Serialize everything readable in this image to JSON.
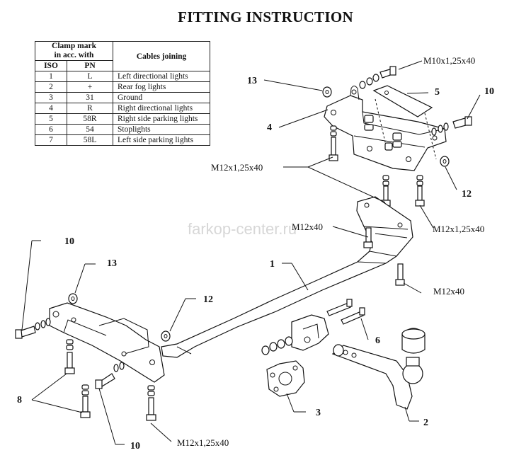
{
  "title": "FITTING INSTRUCTION",
  "watermark": "farkop-center.ru",
  "legend": {
    "header_clamp": "Clamp mark",
    "header_clamp2": "in acc. with",
    "header_cables": "Cables joining",
    "col_iso": "ISO",
    "col_pn": "PN",
    "rows": [
      {
        "iso": "1",
        "pn": "L",
        "desc": "Left directional lights"
      },
      {
        "iso": "2",
        "pn": "+",
        "desc": "Rear fog lights"
      },
      {
        "iso": "3",
        "pn": "31",
        "desc": "Ground"
      },
      {
        "iso": "4",
        "pn": "R",
        "desc": "Right directional lights"
      },
      {
        "iso": "5",
        "pn": "58R",
        "desc": "Right side parking lights"
      },
      {
        "iso": "6",
        "pn": "54",
        "desc": "Stoplights"
      },
      {
        "iso": "7",
        "pn": "58L",
        "desc": "Left side parking lights"
      }
    ]
  },
  "callouts": {
    "n13_top": "13",
    "n5": "5",
    "n10_right": "10",
    "n4": "4",
    "n12_right": "12",
    "n10_left": "10",
    "n13_left": "13",
    "n1": "1",
    "n12_left": "12",
    "n6": "6",
    "n8": "8",
    "n3": "3",
    "n2": "2",
    "n10_bottom": "10"
  },
  "bolts": {
    "m10_top": "M10x1,25x40",
    "m12x125_left": "M12x1,25x40",
    "m12x40_mid": "M12x40",
    "m12x125_right": "M12x1,25x40",
    "m12x40_right": "M12x40",
    "m12x125_bottom": "M12x1,25x40"
  }
}
